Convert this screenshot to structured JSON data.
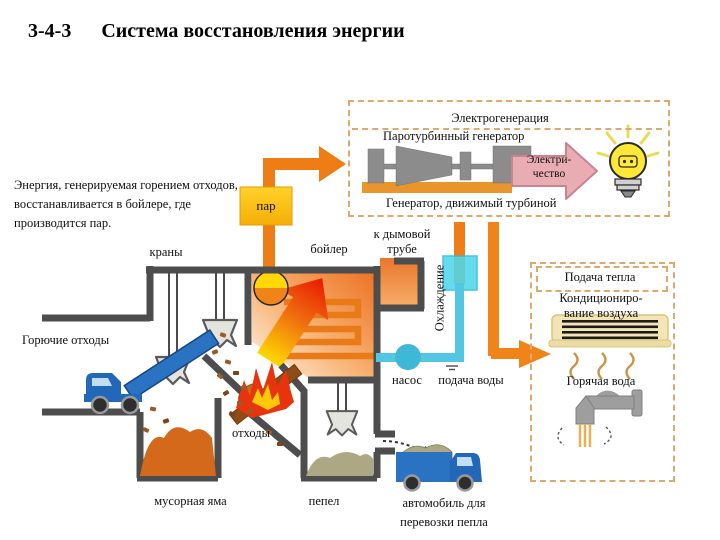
{
  "page": {
    "title_number": "3-4-3",
    "title": "Система восстановления энергии"
  },
  "intro": "Энергия, генерируемая горением отходов, восстанавливается в бойлере, где производится пар.",
  "generator_box": {
    "title": "Электрогенерация",
    "turbine_label": "Паротурбинный генератор",
    "electricity_line1": "Электри-",
    "electricity_line2": "чество",
    "caption": "Генератор, движимый турбиной"
  },
  "heat_box": {
    "title": "Подача тепла",
    "ac_line1": "Кондициониро-",
    "ac_line2": "вание воздуха",
    "hot_water": "Горячая вода"
  },
  "plant_labels": {
    "steam": "пар",
    "cranes": "краны",
    "boiler": "бойлер",
    "chimney_line1": "к дымовой",
    "chimney_line2": "трубе",
    "cooling": "Охлаждение",
    "pump": "насос",
    "water_supply": "подача воды",
    "combustible_waste": "Горючие отходы",
    "waste": "отходы",
    "garbage_pit": "мусорная яма",
    "ash": "пепел",
    "ash_truck_line1": "автомобиль для",
    "ash_truck_line2": "перевозки пепла"
  },
  "colors": {
    "wall": "#4d4d4d",
    "pipe_orange": "#EE7D15",
    "steam_box": "#FFC41A",
    "water_cyan": "#53C6E2",
    "cooling_cyan": "#4FD8EC",
    "truck_blue": "#2368B8",
    "flame_red": "#E8340C",
    "waste_orange": "#D4691C",
    "ash_gray": "#ABA883",
    "dashed_border": "#DCA96E",
    "electric_arrow_pink": "#E9ACB2",
    "bulb_yellow": "#FFE838"
  }
}
